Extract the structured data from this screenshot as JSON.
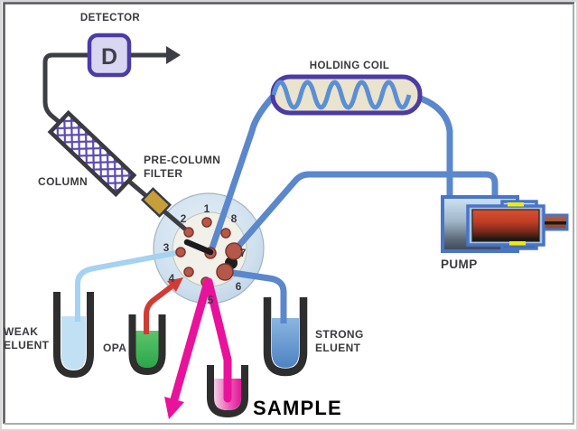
{
  "labels": {
    "detector": "DETECTOR",
    "detector_symbol": "D",
    "column": "COLUMN",
    "precolumn_filter_line1": "PRE-COLUMN",
    "precolumn_filter_line2": "FILTER",
    "holding_coil": "HOLDING COIL",
    "pump": "PUMP",
    "weak_eluent_line1": "WEAK",
    "weak_eluent_line2": "ELUENT",
    "opa": "OPA",
    "strong_eluent_line1": "STRONG",
    "strong_eluent_line2": "ELUENT",
    "sample": "SAMPLE"
  },
  "valve": {
    "port_labels": [
      "1",
      "2",
      "3",
      "4",
      "5",
      "6",
      "7",
      "8"
    ]
  },
  "colors": {
    "tube_blue": "#5b87cc",
    "tube_light_blue": "#a5d2f0",
    "tube_black": "#3d3d44",
    "tube_red": "#d23b33",
    "tube_magenta": "#e9129b",
    "purple_border": "#4c3ba2",
    "detector_fill": "#d9d6f2",
    "coil_fill": "#eae3cd",
    "coil_wave_blue": "#5b8fd4",
    "valve_outer_fill": "#cfe0ee",
    "valve_inner_fill": "#f1f0e9",
    "port_fill": "#b4584a",
    "filter_gold": "#c79f3a",
    "pump_blue": "#4a74c8",
    "weak_eluent_liquid": "#c2e0f4",
    "opa_liquid": "#3cb553",
    "strong_eluent_liquid": "#5b9bd5",
    "sample_liquid": "#e2169a",
    "label_color": "#3a3a3e"
  }
}
